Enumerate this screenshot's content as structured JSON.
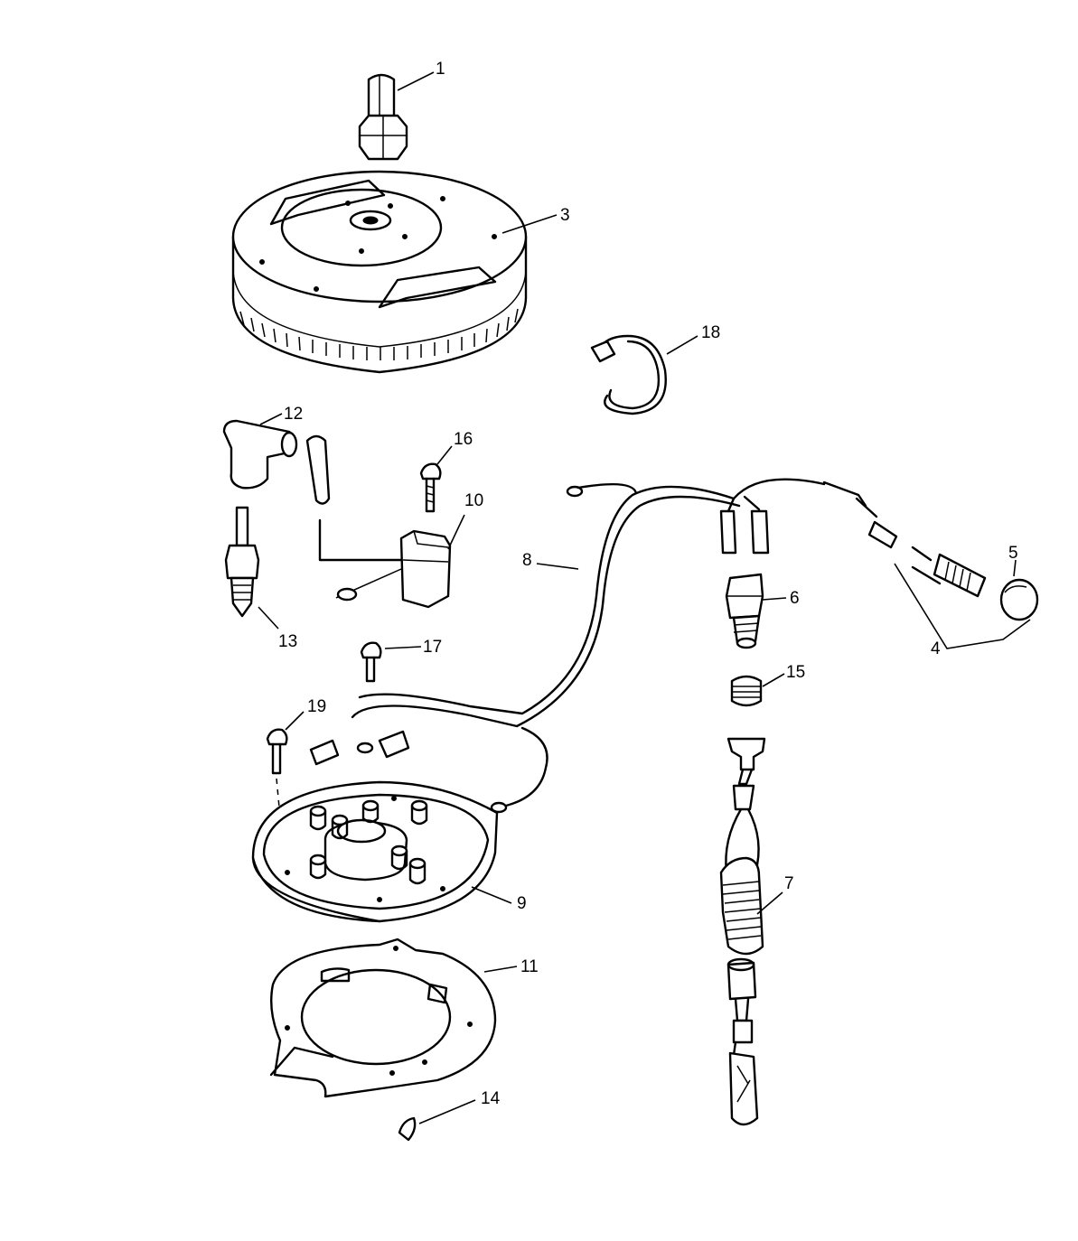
{
  "diagram": {
    "callouts": {
      "c1": "1",
      "c3": "3",
      "c4": "4",
      "c5": "5",
      "c6": "6",
      "c7": "7",
      "c8": "8",
      "c9": "9",
      "c10": "10",
      "c11": "11",
      "c12": "12",
      "c13": "13",
      "c14": "14",
      "c15": "15",
      "c16": "16",
      "c17": "17",
      "c18": "18",
      "c19": "19"
    }
  }
}
